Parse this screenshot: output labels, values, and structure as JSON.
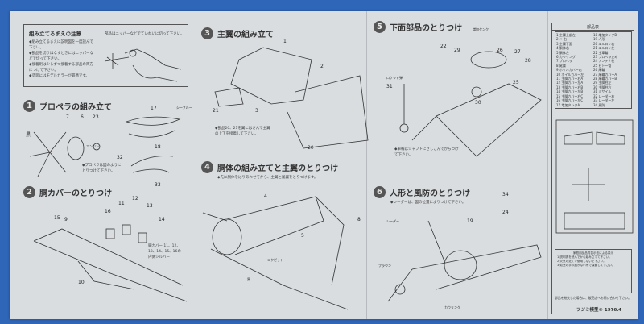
{
  "caution": {
    "title": "組み立てるまえの注意",
    "note": "部品はニッパーなどでていねいに切って下さい。",
    "items": [
      "◆組み立てるまえに説明図を一度読んで下さい。",
      "◆部品を切りはなすときにはニッパーなどで切って下さい。",
      "◆接着剤は少しずつ接着する部品の両方につけて下さい。",
      "◆塗装にはモデルカラーが最適です。"
    ]
  },
  "steps": [
    {
      "n": "1",
      "title": "プロペラの組み立て",
      "note": "◆プロペラは図のようにとりつけて下さい。",
      "labels": [
        "7",
        "6",
        "23",
        "17",
        "18",
        "32",
        "33",
        "黒",
        "エンジン",
        "シーブルー"
      ]
    },
    {
      "n": "2",
      "title": "胴カバーのとりつけ",
      "note": "脚カバー 11、12、13、14、15、16の内側シルバー",
      "labels": [
        "11",
        "12",
        "16",
        "13",
        "14",
        "15",
        "9",
        "10"
      ]
    },
    {
      "n": "3",
      "title": "主翼の組み立て",
      "note": "◆部品20、21を翼にはさんで主翼の上下を接着して下さい。",
      "labels": [
        "1",
        "2",
        "21",
        "3",
        "20"
      ]
    },
    {
      "n": "4",
      "title": "胴体の組み立てと主翼のとりつけ",
      "note": "◆先に胴体をはりあわせてから、主翼と尾翼をとりつけます。",
      "labels": [
        "4",
        "5",
        "8",
        "コクピット",
        "黒"
      ]
    },
    {
      "n": "5",
      "title": "下面部品のとりつけ",
      "note": "◆車輪はシャフトにさしこんでからつけて下さい。",
      "labels": [
        "22",
        "29",
        "26",
        "27",
        "28",
        "25",
        "31",
        "30",
        "増加タンク",
        "ロケット弾"
      ]
    },
    {
      "n": "6",
      "title": "人形と風防のとりつけ",
      "note": "◆レーダーは、図の位置によりつけて下さい。",
      "labels": [
        "34",
        "24",
        "19",
        "レーダー",
        "ブラウン",
        "カウリング"
      ]
    }
  ],
  "parts": {
    "title": "部品表",
    "items": [
      "1 主翼上部左",
      "2 〃 右",
      "3 主翼下面",
      "4 胴体右",
      "5 胴体左",
      "6 カウリング",
      "7 プロペラ",
      "8 尾翼",
      "9 ホイルカバー右",
      "10 ホイルカバー左",
      "11 主脚カバー右A",
      "12 主脚カバー左A",
      "13 主脚カバー右B",
      "14 主脚カバー左B",
      "15 主脚カバー右C",
      "16 主脚カバー左C",
      "17 増加タンクA",
      "18 増加タンクB",
      "19 人形",
      "20 エルロン右",
      "21 エルロン左",
      "22 主車輪",
      "23 プロペラ止め",
      "24 アンテナ柱",
      "25 ピトー管",
      "26 尾輪",
      "27 尾輪カバーA",
      "28 尾輪カバーB",
      "29 主脚柱左",
      "30 主脚柱右",
      "31 ミサイル",
      "32 レーダー右",
      "33 レーダー左",
      "34 風防"
    ]
  },
  "warning": {
    "title": "家庭用品品質表示法による表示",
    "lines": [
      "1.説明書を読んでから組み立てて下さい。",
      "2.火気の近くで使用しないで下さい。",
      "3.幼児の手の届かない所で保管して下さい。"
    ],
    "footer": "部品を紛失した場合は、販売店へお問い合わせ下さい。"
  },
  "brand": "フジミ模型© 1976.4"
}
